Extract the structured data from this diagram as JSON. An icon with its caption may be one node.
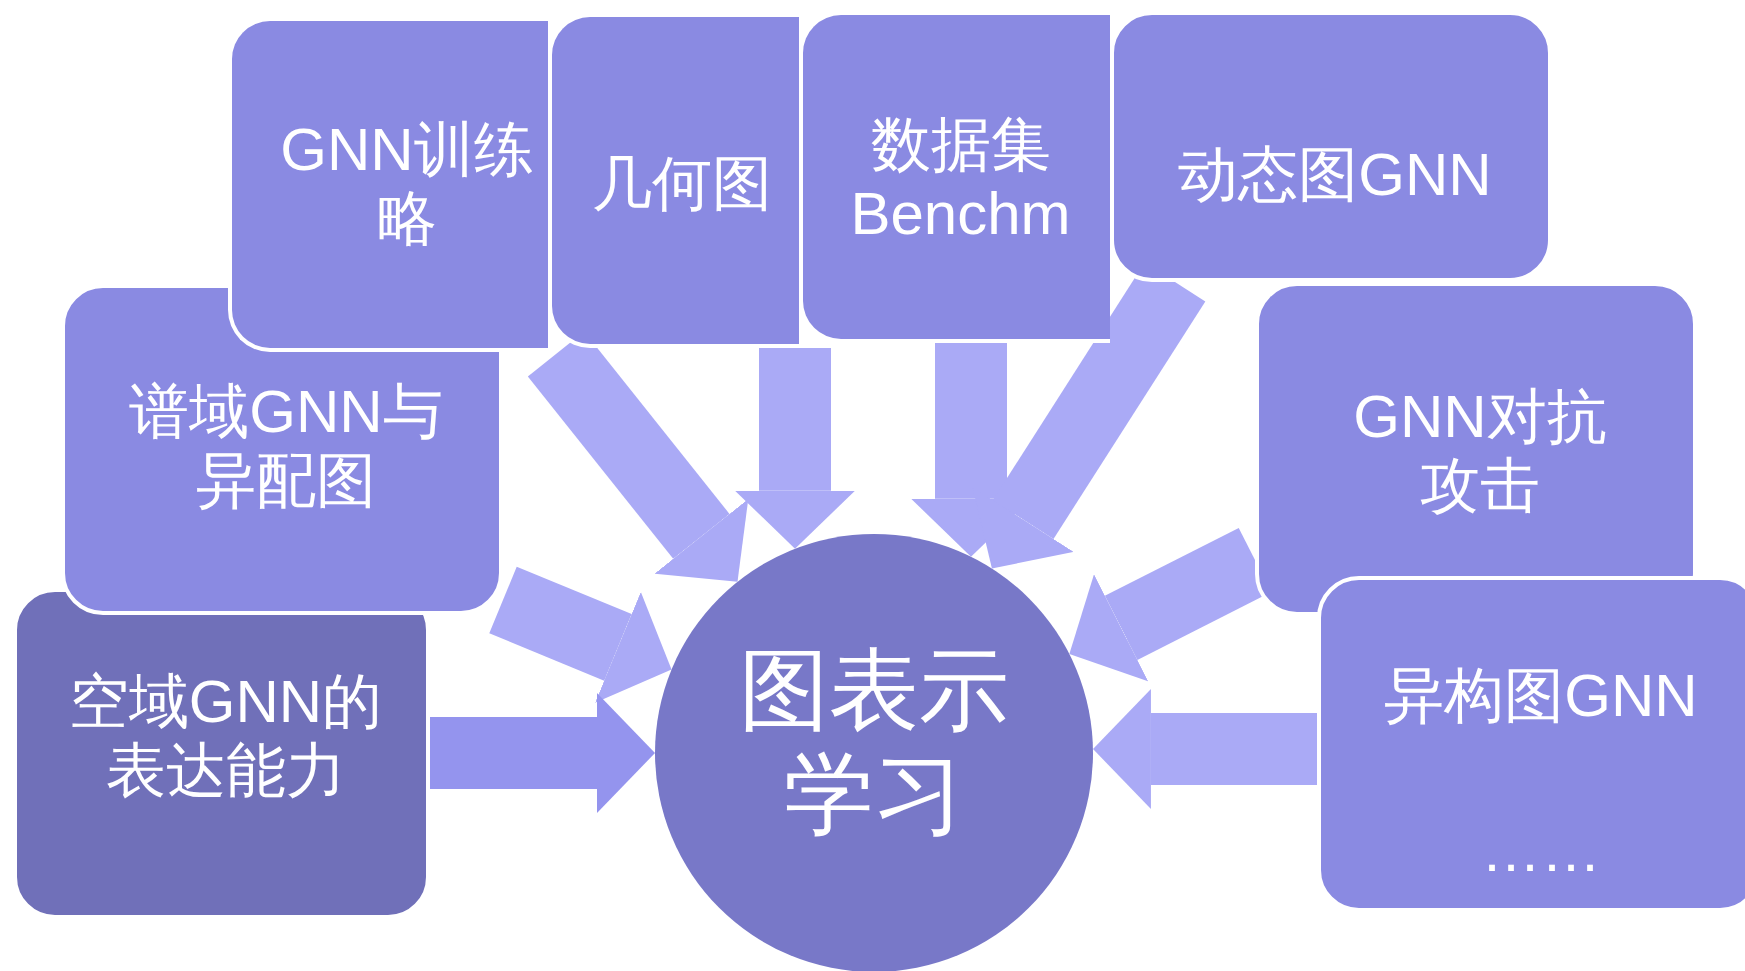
{
  "diagram": {
    "nodes": [
      {
        "text": [
          "GNN训练略"
        ]
      },
      {
        "text": [
          "几何图"
        ]
      },
      {
        "text": [
          "数据集Benchm"
        ]
      },
      {
        "text": [
          "动态图GNN"
        ]
      },
      {
        "text": [
          "谱域GNN与异配图"
        ]
      },
      {
        "text": [
          "GNN对抗攻击"
        ]
      },
      {
        "text": [
          "空域GNN的表达能力"
        ]
      },
      {
        "text": [
          "异构图GNN",
          "……"
        ]
      },
      {
        "text": [
          "图表示学习"
        ]
      }
    ],
    "edges": [
      {
        "from": 0,
        "to": 8,
        "arrow": "to"
      },
      {
        "from": 1,
        "to": 8,
        "arrow": "to"
      },
      {
        "from": 2,
        "to": 8,
        "arrow": "to"
      },
      {
        "from": 3,
        "to": 8,
        "arrow": "to"
      },
      {
        "from": 4,
        "to": 8,
        "arrow": "to"
      },
      {
        "from": 5,
        "to": 8,
        "arrow": "to"
      },
      {
        "from": 6,
        "to": 8,
        "arrow": "to",
        "color": "#9494ee"
      },
      {
        "from": 7,
        "to": 8,
        "arrow": "to"
      }
    ]
  }
}
